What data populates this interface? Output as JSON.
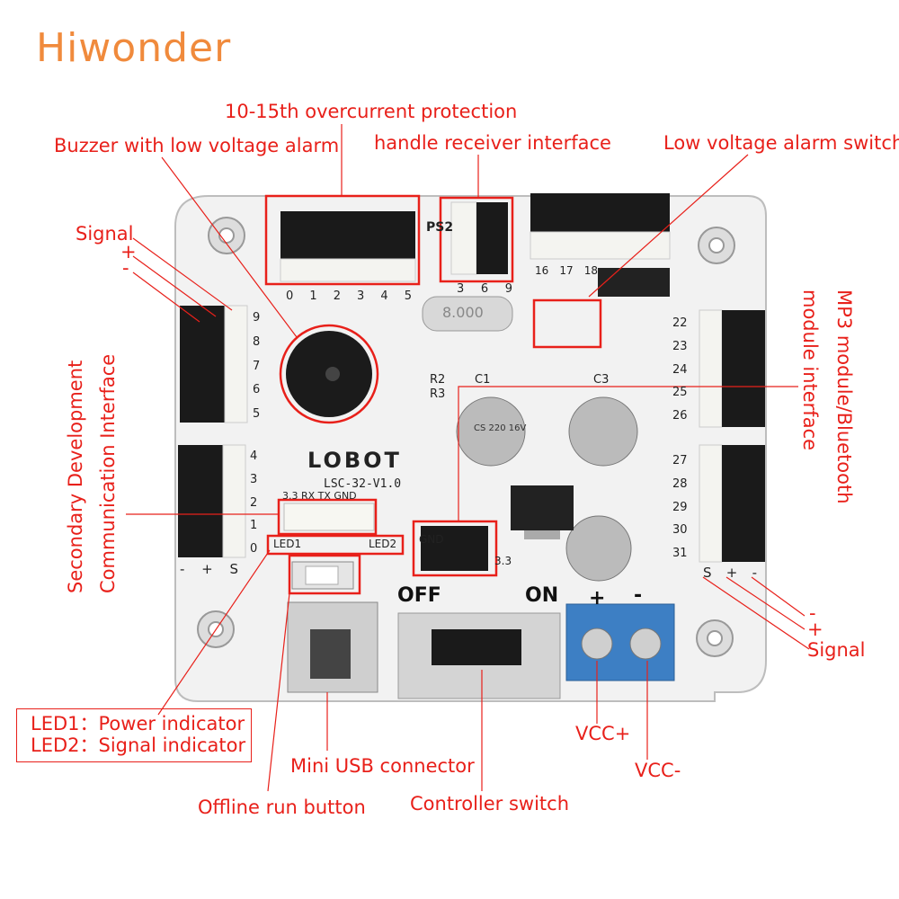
{
  "brand": {
    "logo_text": "Hiwonder"
  },
  "board": {
    "model_label": "LSC-32-V1.0",
    "brand_mark": "LOBOT",
    "crystal": "8.000",
    "switch_off": "OFF",
    "switch_on": "ON",
    "serial_pins": "3.3 RX TX GND",
    "led1_mark": "LED1",
    "led2_mark": "LED2",
    "r2": "R2",
    "r3": "R3",
    "c1": "C1",
    "c3": "C3",
    "cap_text": "CS 220 16V",
    "ps2": "PS2",
    "ps2_pins": [
      "3",
      "6",
      "9"
    ],
    "top_pins": [
      "0",
      "1",
      "2",
      "3",
      "4",
      "5"
    ],
    "top_right_pins": [
      "16",
      "17",
      "18"
    ],
    "left_pins_upper": [
      "9",
      "8",
      "7",
      "6",
      "5"
    ],
    "left_pins_lower": [
      "4",
      "3",
      "2",
      "1",
      "0"
    ],
    "right_pins_upper": [
      "22",
      "23",
      "24",
      "25",
      "26"
    ],
    "right_pins_lower": [
      "27",
      "28",
      "29",
      "30",
      "31"
    ],
    "left_rail": [
      "-",
      "+",
      "S"
    ],
    "right_rail": [
      "S",
      "+",
      "-"
    ],
    "plus": "+",
    "minus": "-",
    "gnd": "GND",
    "v33": "3.3"
  },
  "labels": {
    "overcurrent": "10-15th overcurrent protection",
    "buzzer": "Buzzer with low voltage alarm",
    "handle": "handle receiver interface",
    "low_voltage_switch": "Low voltage alarm switch",
    "signal_left": "Signal",
    "plus_left": "+",
    "minus_left": "-",
    "secondary_dev": "Secondary Development",
    "comm_interface": "Communication Interface",
    "mp3": "MP3 module/Bluetooth",
    "module_interface": "module interface",
    "minus_right": "-",
    "plus_right": "+",
    "signal_right": "Signal",
    "led1": "LED1：Power indicator",
    "led2": "LED2：Signal indicator",
    "mini_usb": "Mini USB connector",
    "offline_run": "Offline run button",
    "controller_switch": "Controller switch",
    "vcc_plus": "VCC+",
    "vcc_minus": "VCC-"
  },
  "colors": {
    "accent": "#e8201a",
    "brand": "#f08a3c",
    "terminal": "#3d7fc4"
  }
}
